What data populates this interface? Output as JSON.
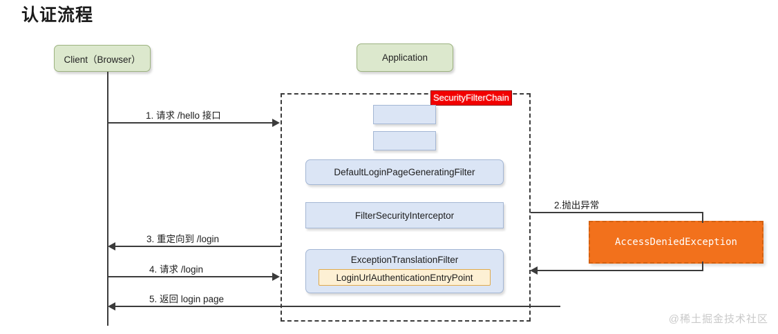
{
  "title": "认证流程",
  "actors": {
    "client": "Client（Browser）",
    "application": "Application"
  },
  "filter_chain": {
    "label": "SecurityFilterChain",
    "label_color": "#f20000",
    "filters": [
      {
        "name": "",
        "id": "empty-1"
      },
      {
        "name": "",
        "id": "empty-2"
      },
      {
        "name": "DefaultLoginPageGeneratingFilter",
        "id": "default-login-page-generating-filter"
      },
      {
        "name": "FilterSecurityInterceptor",
        "id": "filter-security-interceptor"
      },
      {
        "name": "ExceptionTranslationFilter",
        "id": "exception-translation-filter"
      }
    ],
    "entry_point": "LoginUrlAuthenticationEntryPoint",
    "box_color": "#dbe5f5",
    "entry_point_color": "#fdf0d4"
  },
  "exception": {
    "name": "AccessDeniedException",
    "color": "#f2711c"
  },
  "messages": [
    {
      "num": "1",
      "label": "1. 请求 /hello 接口",
      "direction": "right"
    },
    {
      "num": "2",
      "label": "2.抛出异常",
      "direction": "right"
    },
    {
      "num": "3",
      "label": "3. 重定向到 /login",
      "direction": "left"
    },
    {
      "num": "4",
      "label": "4. 请求 /login",
      "direction": "right"
    },
    {
      "num": "5",
      "label": "5. 返回 login page",
      "direction": "left"
    }
  ],
  "watermark": "@稀土掘金技术社区"
}
